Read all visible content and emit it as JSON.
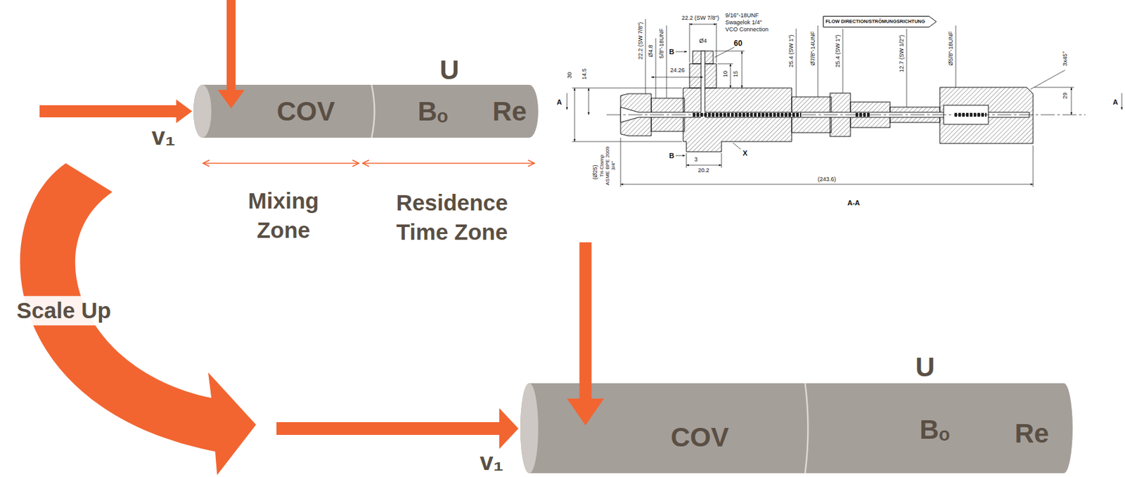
{
  "diagram": {
    "nodes": [
      {
        "text": [
          "COV"
        ]
      },
      {
        "text": [
          "U",
          "Bₒ",
          "Re"
        ]
      },
      {
        "text": [
          "FLOW DIRECTION/STRÖMUNGSRICHTUNG"
        ]
      },
      {
        "text": [
          "COV"
        ]
      },
      {
        "text": [
          "U",
          "Bₒ",
          "Re"
        ]
      }
    ],
    "labels": [
      "v₁",
      "Mixing Zone",
      "Residence Time Zone",
      "Scale Up",
      "v₁",
      "30",
      "14.5",
      "22.2 (SW 7/8\")",
      "Ø4.8",
      "5/8\"-18UNF",
      "22.2 (SW 7/8\")",
      "9/16\"-18UNF",
      "Swagelok 1/4\"",
      "VCO Connection",
      "Ø4",
      "B",
      "60",
      "24.26",
      "10",
      "15",
      "A",
      "25.4 (SW 1\")",
      "Ø7/8\"-14UNF",
      "25.4 (SW 1\")",
      "12.7 (SW 1/2\")",
      "Ø5/8\"-18UNF",
      "3x45°",
      "29",
      "A",
      "B",
      "3",
      "X",
      "20.2",
      "(Ø25)",
      "Tri-Clamp",
      "ASME BPE 2009",
      "3/4\"",
      "(243.6)",
      "A-A"
    ]
  }
}
